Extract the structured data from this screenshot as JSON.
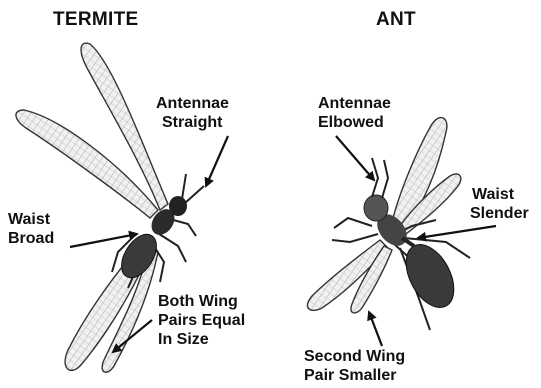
{
  "termite": {
    "title": "TERMITE",
    "antennae": {
      "line1": "Antennae",
      "line2": "Straight"
    },
    "waist": {
      "line1": "Waist",
      "line2": "Broad"
    },
    "wings": {
      "line1": "Both Wing",
      "line2": "Pairs Equal",
      "line3": "In Size"
    }
  },
  "ant": {
    "title": "ANT",
    "antennae": {
      "line1": "Antennae",
      "line2": "Elbowed"
    },
    "waist": {
      "line1": "Waist",
      "line2": "Slender"
    },
    "wings": {
      "line1": "Second Wing",
      "line2": "Pair Smaller"
    }
  }
}
